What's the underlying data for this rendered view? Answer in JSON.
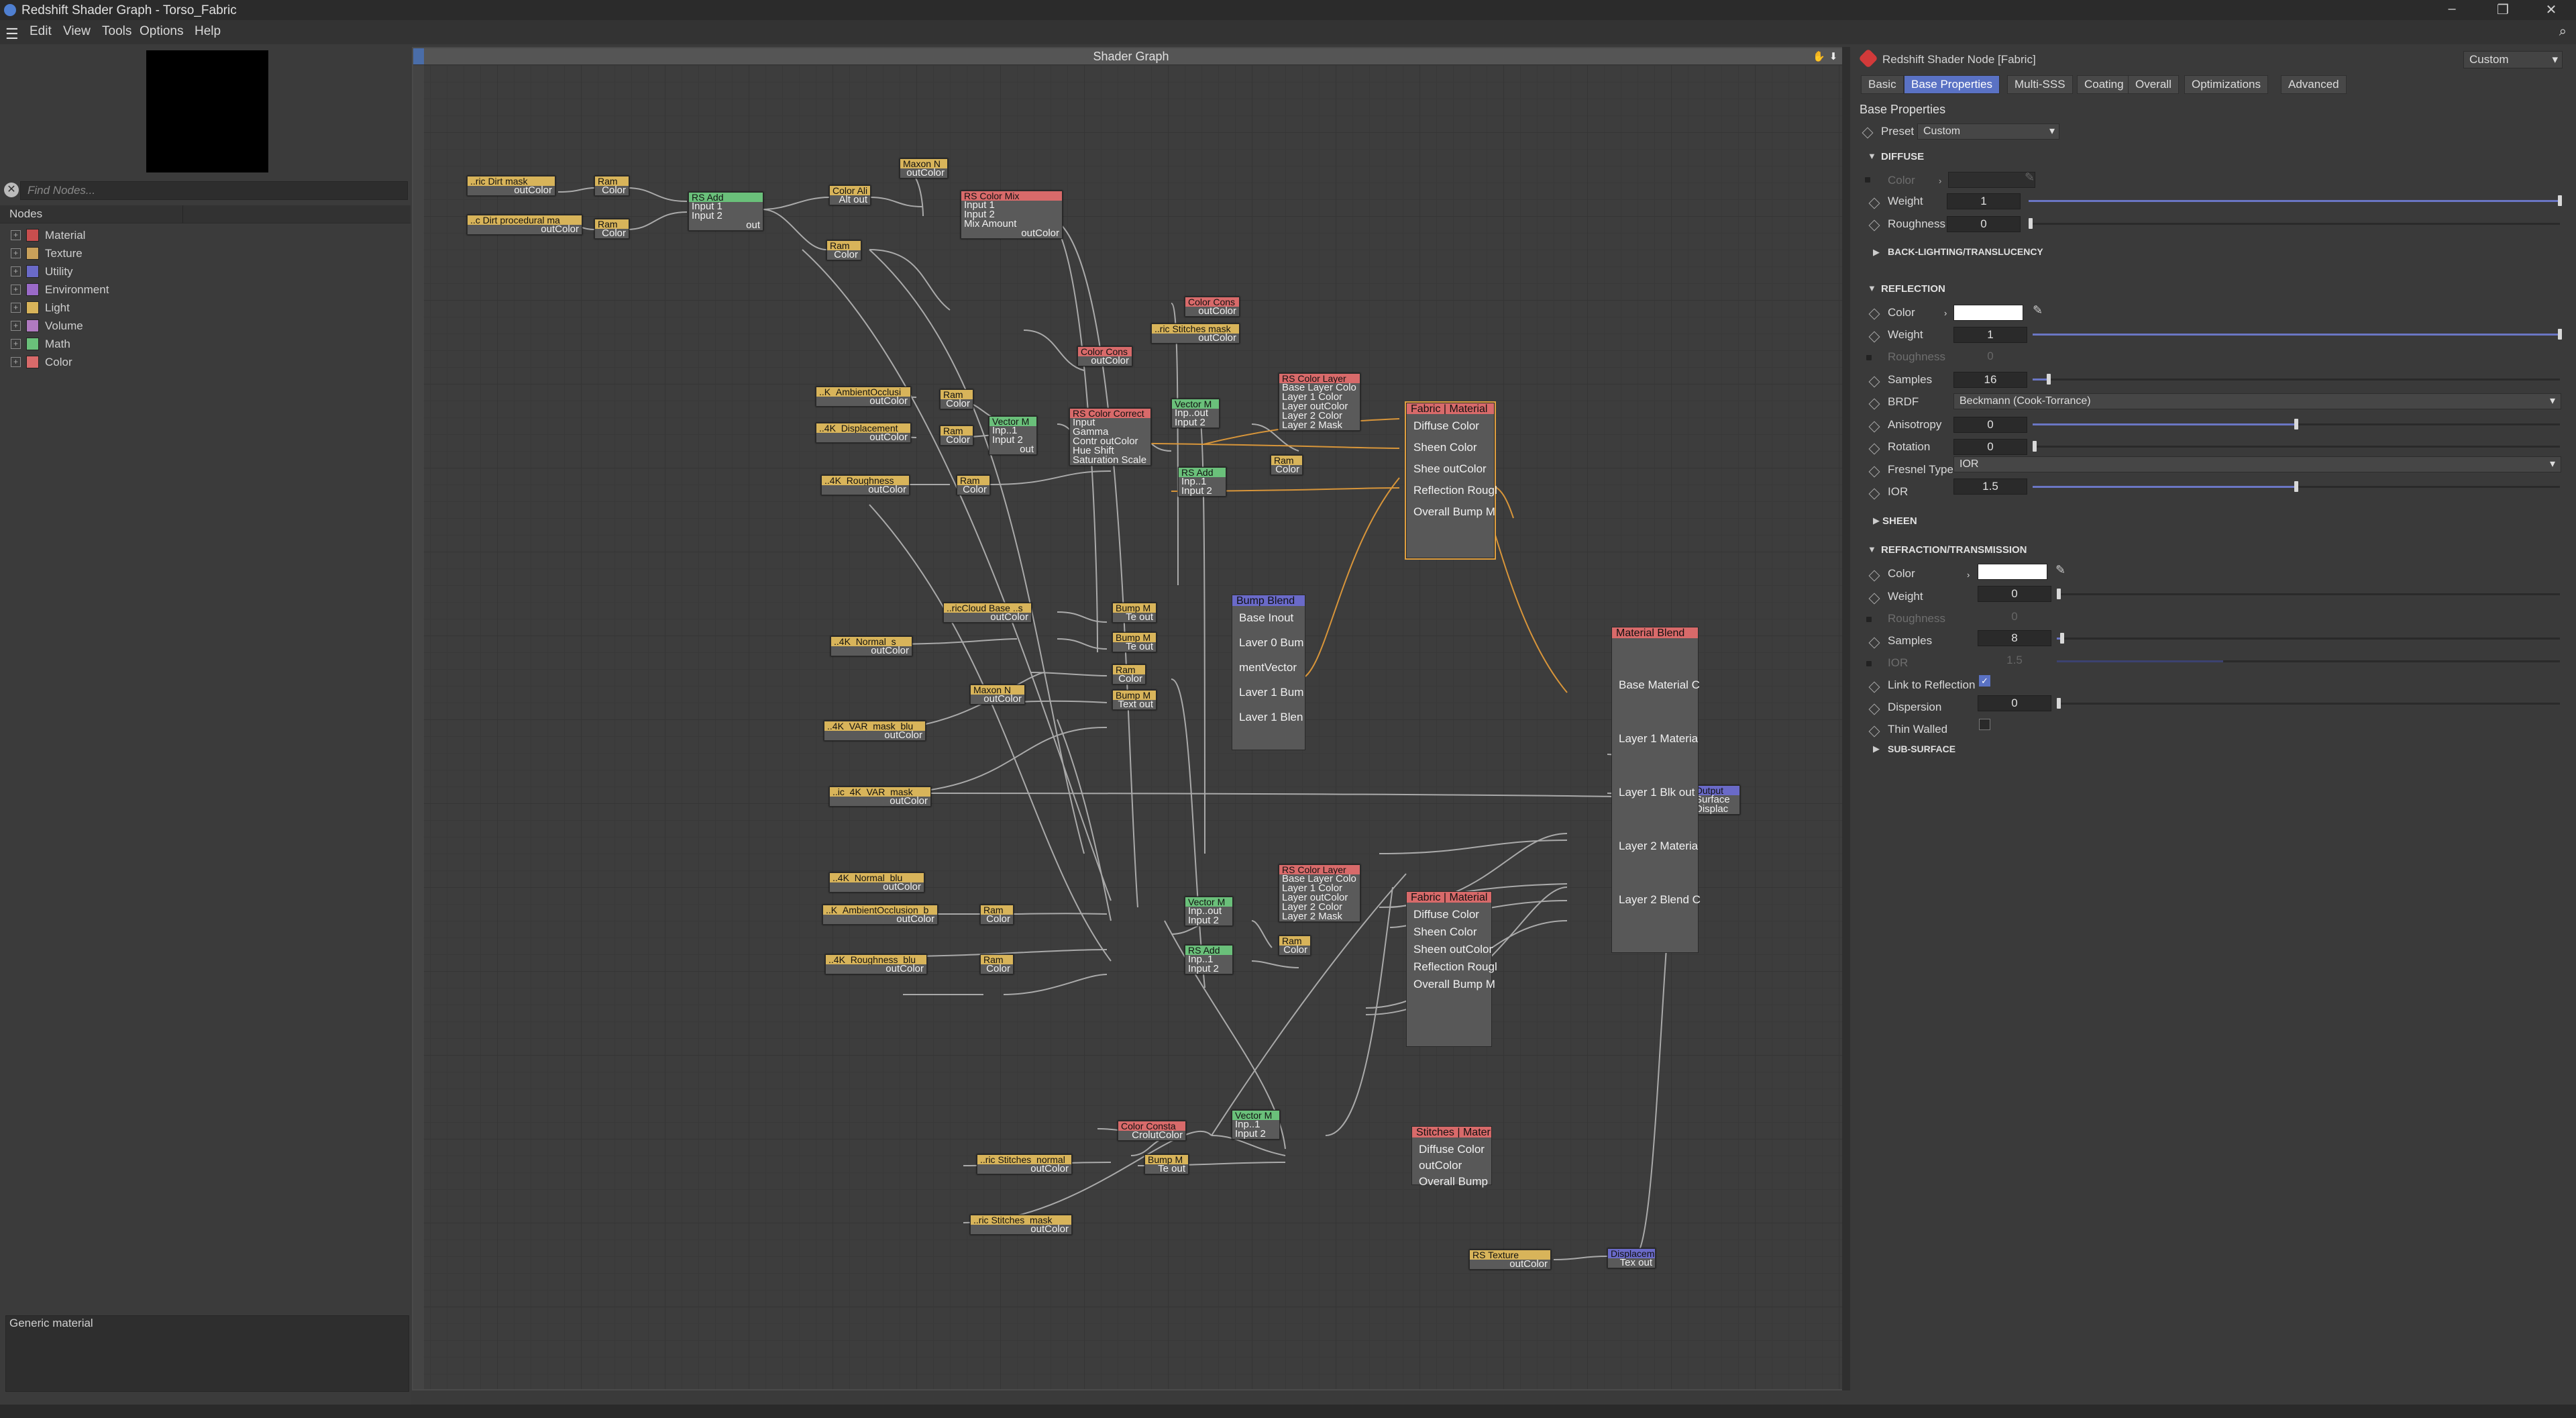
{
  "window": {
    "title": "Redshift Shader Graph - Torso_Fabric"
  },
  "menu": [
    "Edit",
    "View",
    "Tools",
    "Options",
    "Help"
  ],
  "left_panel": {
    "find_placeholder": "Find Nodes...",
    "nodes_header": "Nodes",
    "tree": [
      {
        "label": "Material",
        "color": "#c84e4e"
      },
      {
        "label": "Texture",
        "color": "#c8a05a"
      },
      {
        "label": "Utility",
        "color": "#6a6ac8"
      },
      {
        "label": "Environment",
        "color": "#9a6ac8"
      },
      {
        "label": "Light",
        "color": "#d8b45a"
      },
      {
        "label": "Volume",
        "color": "#b07ac0"
      },
      {
        "label": "Math",
        "color": "#6ac07a"
      },
      {
        "label": "Color",
        "color": "#d86a6a"
      }
    ],
    "description": "Generic material"
  },
  "graph": {
    "title": "Shader Graph",
    "nodes": [
      {
        "id": "n1",
        "title": "..ric Dirt mask",
        "out": "outColor",
        "color": "#d8b45a"
      },
      {
        "id": "n2",
        "title": "Ram",
        "out": "Color",
        "color": "#d8b45a"
      },
      {
        "id": "n3",
        "title": "RS Add",
        "in": [
          "Input 1",
          "Input 2"
        ],
        "out": "out",
        "color": "#6ac07a"
      },
      {
        "id": "n4",
        "title": "..c Dirt procedural ma",
        "out": "outColor",
        "color": "#d8b45a"
      },
      {
        "id": "n5",
        "title": "Ram",
        "out": "Color",
        "color": "#d8b45a"
      },
      {
        "id": "n6",
        "title": "Color Ali",
        "out": "Alt out",
        "color": "#d8b45a"
      },
      {
        "id": "n7",
        "title": "Ram",
        "out": "Color",
        "color": "#d8b45a"
      },
      {
        "id": "n8",
        "title": "Maxon N",
        "out": "outColor",
        "color": "#d8b45a"
      },
      {
        "id": "n9",
        "title": "RS Color Mix",
        "in": [
          "Input 1",
          "Input 2",
          "Mix Amount"
        ],
        "out": "outColor",
        "color": "#d86a6a"
      },
      {
        "id": "n10",
        "title": "Color Cons",
        "out": "outColor",
        "color": "#d86a6a"
      },
      {
        "id": "n11",
        "title": "..ric Stitches mask",
        "out": "outColor",
        "color": "#d8b45a"
      },
      {
        "id": "n12",
        "title": "Color Cons",
        "out": "outColor",
        "color": "#d86a6a"
      },
      {
        "id": "n13",
        "title": "..K_AmbientOcclusi",
        "out": "outColor",
        "color": "#d8b45a"
      },
      {
        "id": "n14",
        "title": "Ram",
        "out": "Color",
        "color": "#d8b45a"
      },
      {
        "id": "n15",
        "title": "..4K_Displacement",
        "out": "outColor",
        "color": "#d8b45a"
      },
      {
        "id": "n16",
        "title": "Ram",
        "out": "Color",
        "color": "#d8b45a"
      },
      {
        "id": "n17",
        "title": "Vector M",
        "in": [
          "Inp..1",
          "Input 2"
        ],
        "out": "out",
        "color": "#6ac07a"
      },
      {
        "id": "n18",
        "title": "RS Color Correct",
        "in": [
          "Input",
          "Gamma",
          "Contr outColor",
          "Hue Shift",
          "Saturation Scale"
        ],
        "color": "#d86a6a"
      },
      {
        "id": "n19",
        "title": "Vector M",
        "in": [
          "Inp..out",
          "Input 2"
        ],
        "color": "#6ac07a"
      },
      {
        "id": "n20",
        "title": "RS Color Layer",
        "in": [
          "Base Layer Colo",
          "Layer 1 Color",
          "Layer outColor",
          "Layer 2 Color",
          "Layer 2 Mask"
        ],
        "color": "#d86a6a"
      },
      {
        "id": "n21",
        "title": "Ram",
        "out": "Color",
        "color": "#d8b45a"
      },
      {
        "id": "n22",
        "title": "..4K_Roughness",
        "out": "outColor",
        "color": "#d8b45a"
      },
      {
        "id": "n23",
        "title": "Ram",
        "out": "Color",
        "color": "#d8b45a"
      },
      {
        "id": "n24",
        "title": "RS Add",
        "in": [
          "Inp..1",
          "Input 2"
        ],
        "color": "#6ac07a"
      },
      {
        "id": "n25",
        "title": "..ricCloud Base ..s",
        "out": "outColor",
        "color": "#d8b45a"
      },
      {
        "id": "n26",
        "title": "Bump M",
        "out": "Te out",
        "color": "#d8b45a"
      },
      {
        "id": "n27",
        "title": "..4K_Normal_s",
        "out": "outColor",
        "color": "#d8b45a"
      },
      {
        "id": "n28",
        "title": "Bump M",
        "out": "Te out",
        "color": "#d8b45a"
      },
      {
        "id": "n29",
        "title": "Ram",
        "out": "Color",
        "color": "#d8b45a"
      },
      {
        "id": "n30",
        "title": "Maxon N",
        "out": "outColor",
        "color": "#d8b45a"
      },
      {
        "id": "n31",
        "title": "Bump M",
        "out": "Text out",
        "color": "#d8b45a"
      },
      {
        "id": "n32",
        "title": "..4K_VAR_mask_blu",
        "out": "outColor",
        "color": "#d8b45a"
      },
      {
        "id": "n33",
        "title": "..ic_4K_VAR_mask",
        "out": "outColor",
        "color": "#d8b45a"
      },
      {
        "id": "n34",
        "title": "..4K_Normal_blu",
        "out": "outColor",
        "color": "#d8b45a"
      },
      {
        "id": "n35",
        "title": "..K_AmbientOcclusion_b",
        "out": "outColor",
        "color": "#d8b45a"
      },
      {
        "id": "n36",
        "title": "Ram",
        "out": "Color",
        "color": "#d8b45a"
      },
      {
        "id": "n37",
        "title": "..4K_Roughness_blu",
        "out": "outColor",
        "color": "#d8b45a"
      },
      {
        "id": "n38",
        "title": "Ram",
        "out": "Color",
        "color": "#d8b45a"
      },
      {
        "id": "n39",
        "title": "Vector M",
        "in": [
          "Inp..out",
          "Input 2"
        ],
        "color": "#6ac07a"
      },
      {
        "id": "n40",
        "title": "RS Add",
        "in": [
          "Inp..1",
          "Input 2"
        ],
        "color": "#6ac07a"
      },
      {
        "id": "n41",
        "title": "RS Color Layer",
        "in": [
          "Base Layer Colo",
          "Layer 1 Color",
          "Layer outColor",
          "Layer 2 Color",
          "Layer 2 Mask"
        ],
        "color": "#d86a6a"
      },
      {
        "id": "n42",
        "title": "Ram",
        "out": "Color",
        "color": "#d8b45a"
      },
      {
        "id": "n43",
        "title": "Color Consta",
        "out": "CrolutColor",
        "color": "#d86a6a"
      },
      {
        "id": "n44",
        "title": "Vector M",
        "in": [
          "Inp..1",
          "Input 2"
        ],
        "color": "#6ac07a"
      },
      {
        "id": "n45",
        "title": "..ric Stitches_normal",
        "out": "outColor",
        "color": "#d8b45a"
      },
      {
        "id": "n46",
        "title": "Bump M",
        "out": "Te out",
        "color": "#d8b45a"
      },
      {
        "id": "n47",
        "title": "..ric Stitches_mask",
        "out": "outColor",
        "color": "#d8b45a"
      },
      {
        "id": "n48",
        "title": "RS Texture",
        "out": "outColor",
        "color": "#d8b45a"
      },
      {
        "id": "n49",
        "title": "Displacem",
        "out": "Tex out",
        "color": "#6a6ac8"
      },
      {
        "id": "n50",
        "title": "Output",
        "in": [
          "Surface",
          "Displac"
        ],
        "color": "#6a6ac8"
      }
    ],
    "big_nodes": {
      "fabric1": {
        "title": "Fabric | Material",
        "rows": [
          "Diffuse Color",
          "Sheen Color",
          "Shee outColor",
          "Reflection Rougl",
          "Overall Bump M"
        ]
      },
      "bump_blend": {
        "title": "Bump Blend",
        "rows": [
          "Base Inout",
          "Laver 0 Bum",
          "mentVector",
          "Laver 1 Bum",
          "Laver 1 Blen"
        ]
      },
      "material_blend": {
        "title": "Material Blend",
        "rows": [
          "Base Material C",
          "Layer 1 Materia",
          "Layer 1 Blk out",
          "Layer 2 Materia",
          "Layer 2 Blend C"
        ]
      },
      "fabric2": {
        "title": "Fabric | Material",
        "rows": [
          "Diffuse Color",
          "Sheen Color",
          "Sheen outColor",
          "Reflection Rougl",
          "Overall Bump M"
        ]
      },
      "stitches": {
        "title": "Stitches | Material",
        "rows": [
          "Diffuse Color",
          "outColor",
          "Overall Bump"
        ]
      }
    }
  },
  "right_panel": {
    "header_title": "Redshift Shader Node [Fabric]",
    "preset_top": "Custom",
    "tabs": [
      "Basic",
      "Base Properties",
      "Multi-SSS",
      "Coating",
      "Overall",
      "Optimizations",
      "Advanced"
    ],
    "active_tab": "Base Properties",
    "section_title": "Base Properties",
    "preset_label": "Preset",
    "preset_value": "Custom",
    "diffuse": {
      "label": "DIFFUSE",
      "color_label": "Color",
      "weight_label": "Weight",
      "weight_value": "1",
      "weight_fill": 1.0,
      "roughness_label": "Roughness",
      "roughness_value": "0",
      "roughness_fill": 0.0
    },
    "backlighting_label": "BACK-LIGHTING/TRANSLUCENCY",
    "reflection": {
      "label": "REFLECTION",
      "color_label": "Color",
      "weight_label": "Weight",
      "weight_value": "1",
      "weight_fill": 1.0,
      "roughness_label": "Roughness",
      "roughness_value": "0",
      "samples_label": "Samples",
      "samples_value": "16",
      "samples_fill": 0.03,
      "brdf_label": "BRDF",
      "brdf_value": "Beckmann (Cook-Torrance)",
      "aniso_label": "Anisotropy",
      "aniso_value": "0",
      "aniso_fill": 0.5,
      "rotation_label": "Rotation",
      "rotation_value": "0",
      "rotation_fill": 0.0,
      "fresnel_label": "Fresnel Type",
      "fresnel_value": "IOR",
      "ior_label": "IOR",
      "ior_value": "1.5",
      "ior_fill": 0.5
    },
    "sheen_label": "SHEEN",
    "refraction": {
      "label": "REFRACTION/TRANSMISSION",
      "color_label": "Color",
      "weight_label": "Weight",
      "weight_value": "0",
      "weight_fill": 0.0,
      "roughness_label": "Roughness",
      "roughness_value": "0",
      "samples_label": "Samples",
      "samples_value": "8",
      "samples_fill": 0.01,
      "ior_label": "IOR",
      "ior_value": "1.5",
      "ior_fill": 0.33,
      "link_label": "Link to Reflection",
      "link_checked": true,
      "dispersion_label": "Dispersion",
      "dispersion_value": "0",
      "dispersion_fill": 0.0,
      "thin_label": "Thin Walled",
      "thin_checked": false
    },
    "subsurface_label": "SUB-SURFACE"
  }
}
